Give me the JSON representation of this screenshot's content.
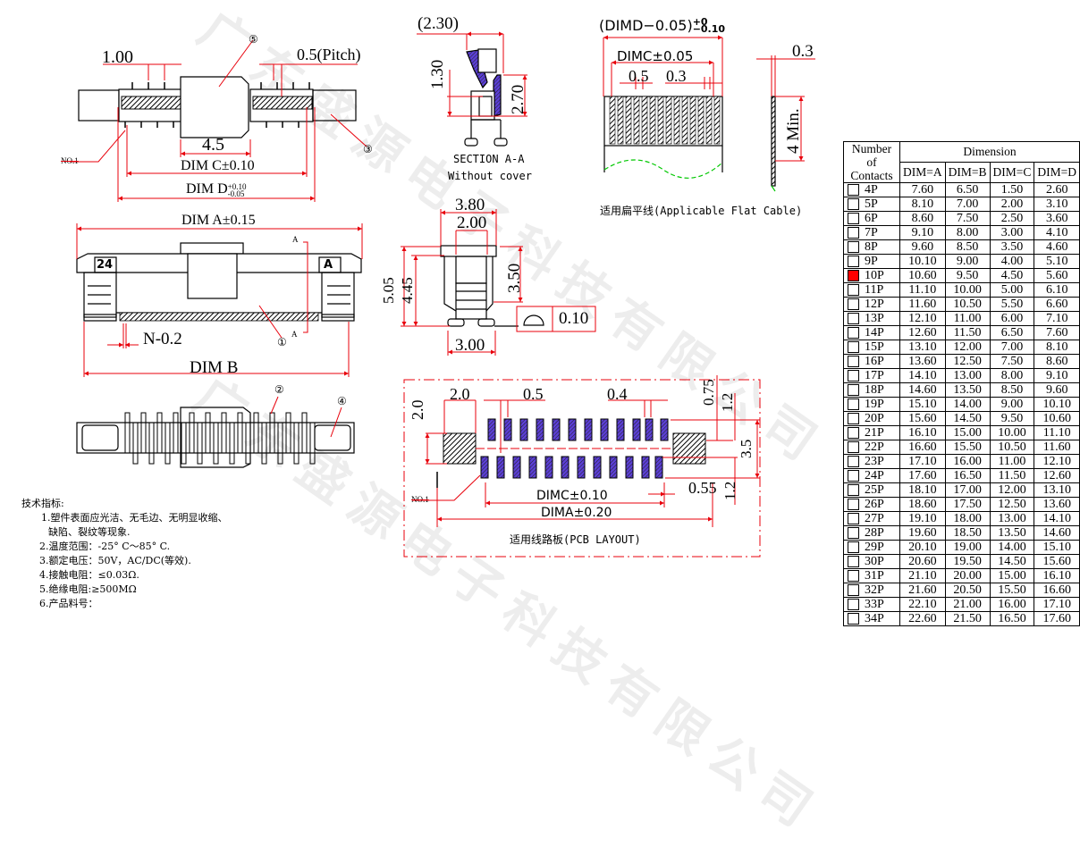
{
  "watermark": "广东盛源电子科技有限公司",
  "colors": {
    "dimension_line": "#e8000b",
    "hatch_fill": "#5b3fd6",
    "selected_box": "#ff0000",
    "cable_break": "#00c800"
  },
  "top_view": {
    "dim_1_00": "1.00",
    "pitch": "0.5(Pitch)",
    "dim_4_5": "4.5",
    "dim_c": "DIM C±0.10",
    "dim_d": "DIM D",
    "dim_d_tol_plus": "+0.10",
    "dim_d_tol_minus": "-0.05",
    "no1": "NO.1",
    "callout_5": "⑤",
    "callout_3": "③"
  },
  "section": {
    "dim_2_30": "(2.30)",
    "dim_1_30": "1.30",
    "dim_2_70": "2.70",
    "title": "SECTION A-A",
    "subtitle": "Without cover"
  },
  "cable": {
    "dim_d_expr": "(DIMD−0.05)",
    "tol_plus": "+0",
    "tol_minus": "−0.10",
    "dim_c": "DIMC±0.05",
    "dim_0_5": "0.5",
    "dim_0_3": "0.3",
    "thickness": "0.3",
    "min_len": "4 Min.",
    "caption": "适用扁平线(Applicable Flat Cable)"
  },
  "front_view": {
    "dim_a": "DIM A±0.15",
    "mark_24": "24",
    "mark_a": "A",
    "section_a_top": "A",
    "section_a_bottom": "A",
    "n_0_2": "N-0.2",
    "dim_b": "DIM B",
    "callout_1": "①"
  },
  "side_view": {
    "dim_3_80": "3.80",
    "dim_2_00": "2.00",
    "dim_5_05": "5.05",
    "dim_4_45": "4.45",
    "dim_3_50": "3.50",
    "dim_3_00": "3.00",
    "flatness": "0.10"
  },
  "bottom_view": {
    "callout_2": "②",
    "callout_4": "④"
  },
  "pcb": {
    "dim_2_0_h": "2.0",
    "dim_2_0_v": "2.0",
    "dim_0_5": "0.5",
    "dim_0_4": "0.4",
    "dim_0_75": "0.75",
    "dim_1_2_top": "1.2",
    "dim_3_5": "3.5",
    "dim_0_55": "0.55",
    "dim_1_2_bottom": "1.2",
    "dim_c": "DIMC±0.10",
    "dim_a": "DIMA±0.20",
    "no1": "NO.1",
    "caption": "适用线路板(PCB LAYOUT)"
  },
  "notes": {
    "title": "技术指标:",
    "items": [
      "1.塑件表面应光洁、无毛边、无明显收缩、",
      "缺陷、裂纹等现象.",
      "2.温度范围：-25° C～85° C.",
      "3.额定电压：50V，AC/DC(等效).",
      "4.接触电阻：≤0.03Ω.",
      "5.绝缘电阻:≥500MΩ",
      "6.产品料号："
    ]
  },
  "table": {
    "header_contacts_1": "Number of",
    "header_contacts_2": "Contacts",
    "header_dimension": "Dimension",
    "columns": [
      "DIM=A",
      "DIM=B",
      "DIM=C",
      "DIM=D"
    ],
    "rows": [
      {
        "p": "4P",
        "a": "7.60",
        "b": "6.50",
        "c": "1.50",
        "d": "2.60",
        "selected": false
      },
      {
        "p": "5P",
        "a": "8.10",
        "b": "7.00",
        "c": "2.00",
        "d": "3.10",
        "selected": false
      },
      {
        "p": "6P",
        "a": "8.60",
        "b": "7.50",
        "c": "2.50",
        "d": "3.60",
        "selected": false
      },
      {
        "p": "7P",
        "a": "9.10",
        "b": "8.00",
        "c": "3.00",
        "d": "4.10",
        "selected": false
      },
      {
        "p": "8P",
        "a": "9.60",
        "b": "8.50",
        "c": "3.50",
        "d": "4.60",
        "selected": false
      },
      {
        "p": "9P",
        "a": "10.10",
        "b": "9.00",
        "c": "4.00",
        "d": "5.10",
        "selected": false
      },
      {
        "p": "10P",
        "a": "10.60",
        "b": "9.50",
        "c": "4.50",
        "d": "5.60",
        "selected": true
      },
      {
        "p": "11P",
        "a": "11.10",
        "b": "10.00",
        "c": "5.00",
        "d": "6.10",
        "selected": false
      },
      {
        "p": "12P",
        "a": "11.60",
        "b": "10.50",
        "c": "5.50",
        "d": "6.60",
        "selected": false
      },
      {
        "p": "13P",
        "a": "12.10",
        "b": "11.00",
        "c": "6.00",
        "d": "7.10",
        "selected": false
      },
      {
        "p": "14P",
        "a": "12.60",
        "b": "11.50",
        "c": "6.50",
        "d": "7.60",
        "selected": false
      },
      {
        "p": "15P",
        "a": "13.10",
        "b": "12.00",
        "c": "7.00",
        "d": "8.10",
        "selected": false
      },
      {
        "p": "16P",
        "a": "13.60",
        "b": "12.50",
        "c": "7.50",
        "d": "8.60",
        "selected": false
      },
      {
        "p": "17P",
        "a": "14.10",
        "b": "13.00",
        "c": "8.00",
        "d": "9.10",
        "selected": false
      },
      {
        "p": "18P",
        "a": "14.60",
        "b": "13.50",
        "c": "8.50",
        "d": "9.60",
        "selected": false
      },
      {
        "p": "19P",
        "a": "15.10",
        "b": "14.00",
        "c": "9.00",
        "d": "10.10",
        "selected": false
      },
      {
        "p": "20P",
        "a": "15.60",
        "b": "14.50",
        "c": "9.50",
        "d": "10.60",
        "selected": false
      },
      {
        "p": "21P",
        "a": "16.10",
        "b": "15.00",
        "c": "10.00",
        "d": "11.10",
        "selected": false
      },
      {
        "p": "22P",
        "a": "16.60",
        "b": "15.50",
        "c": "10.50",
        "d": "11.60",
        "selected": false
      },
      {
        "p": "23P",
        "a": "17.10",
        "b": "16.00",
        "c": "11.00",
        "d": "12.10",
        "selected": false
      },
      {
        "p": "24P",
        "a": "17.60",
        "b": "16.50",
        "c": "11.50",
        "d": "12.60",
        "selected": false
      },
      {
        "p": "25P",
        "a": "18.10",
        "b": "17.00",
        "c": "12.00",
        "d": "13.10",
        "selected": false
      },
      {
        "p": "26P",
        "a": "18.60",
        "b": "17.50",
        "c": "12.50",
        "d": "13.60",
        "selected": false
      },
      {
        "p": "27P",
        "a": "19.10",
        "b": "18.00",
        "c": "13.00",
        "d": "14.10",
        "selected": false
      },
      {
        "p": "28P",
        "a": "19.60",
        "b": "18.50",
        "c": "13.50",
        "d": "14.60",
        "selected": false
      },
      {
        "p": "29P",
        "a": "20.10",
        "b": "19.00",
        "c": "14.00",
        "d": "15.10",
        "selected": false
      },
      {
        "p": "30P",
        "a": "20.60",
        "b": "19.50",
        "c": "14.50",
        "d": "15.60",
        "selected": false
      },
      {
        "p": "31P",
        "a": "21.10",
        "b": "20.00",
        "c": "15.00",
        "d": "16.10",
        "selected": false
      },
      {
        "p": "32P",
        "a": "21.60",
        "b": "20.50",
        "c": "15.50",
        "d": "16.60",
        "selected": false
      },
      {
        "p": "33P",
        "a": "22.10",
        "b": "21.00",
        "c": "16.00",
        "d": "17.10",
        "selected": false
      },
      {
        "p": "34P",
        "a": "22.60",
        "b": "21.50",
        "c": "16.50",
        "d": "17.60",
        "selected": false
      }
    ]
  }
}
